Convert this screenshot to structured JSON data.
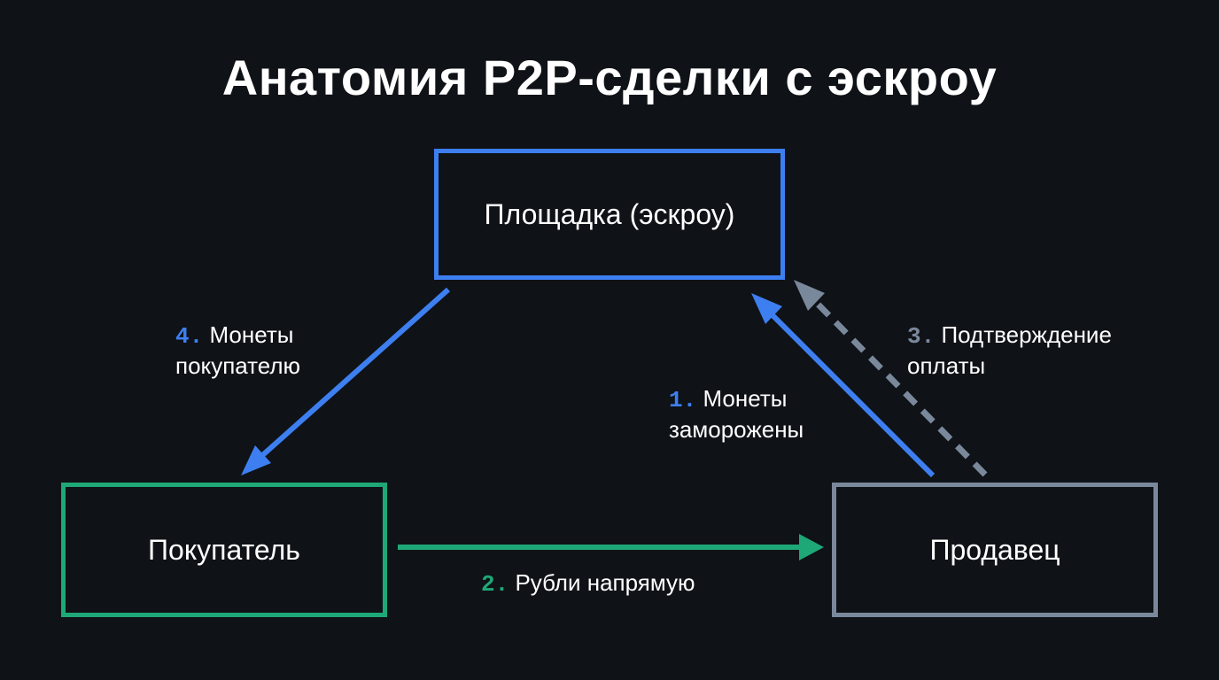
{
  "title": "Анатомия P2P-сделки с эскроу",
  "nodes": {
    "escrow": "Площадка (эскроу)",
    "buyer": "Покупатель",
    "seller": "Продавец"
  },
  "steps": {
    "s1": {
      "num": "1.",
      "line1": "Монеты",
      "line2": "заморожены"
    },
    "s2": {
      "num": "2.",
      "line1": "Рубли напрямую"
    },
    "s3": {
      "num": "3.",
      "line1": "Подтверждение",
      "line2": "оплаты"
    },
    "s4": {
      "num": "4.",
      "line1": "Монеты",
      "line2": "покупателю"
    }
  },
  "colors": {
    "background": "#0f1217",
    "blue": "#3d7ff0",
    "green": "#1ea877",
    "gray": "#7a889b",
    "text": "#ffffff"
  }
}
